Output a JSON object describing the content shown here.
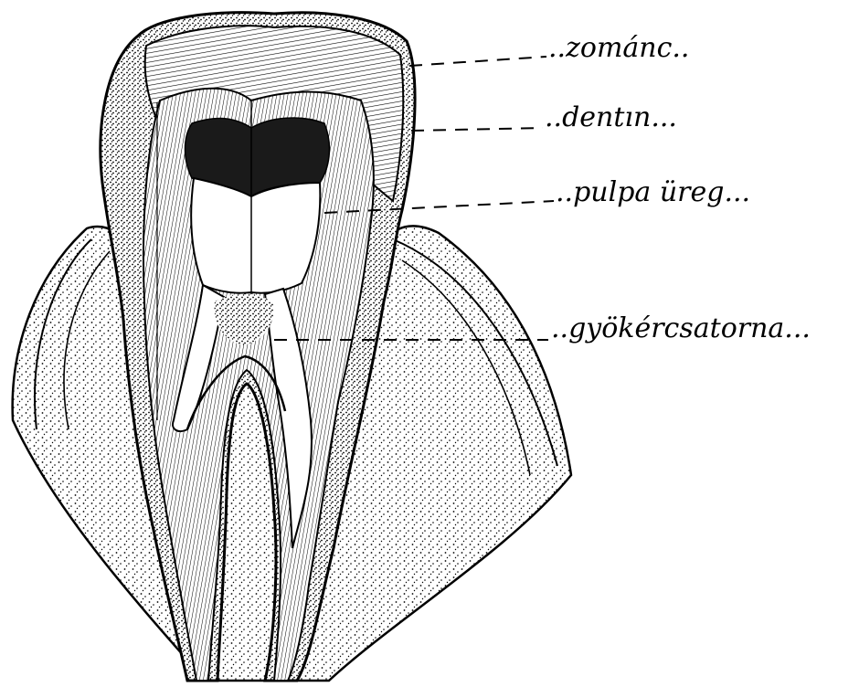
{
  "diagram": {
    "labels": {
      "enamel": "..zománc..",
      "dentin": "..dentın...",
      "pulp_cavity": "..pulpa üreg...",
      "root_canal": "..gyökércsatorna..."
    }
  }
}
